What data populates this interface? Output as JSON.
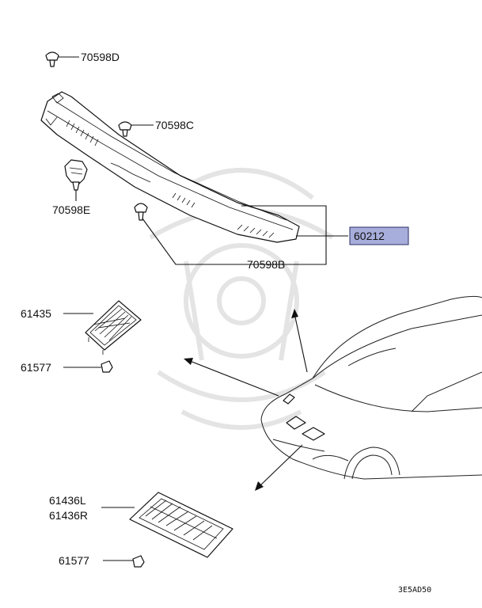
{
  "labels": {
    "p70598D": "70598D",
    "p70598C": "70598C",
    "p70598E": "70598E",
    "p70598B": "70598B",
    "p60212": "60212",
    "p61435": "61435",
    "p61577a": "61577",
    "p61436L": "61436L",
    "p61436R": "61436R",
    "p61577b": "61577"
  },
  "diagram_code": "3E5AD50",
  "colors": {
    "highlight_fill": "#a7aedb",
    "highlight_border": "#2a2f6a"
  }
}
